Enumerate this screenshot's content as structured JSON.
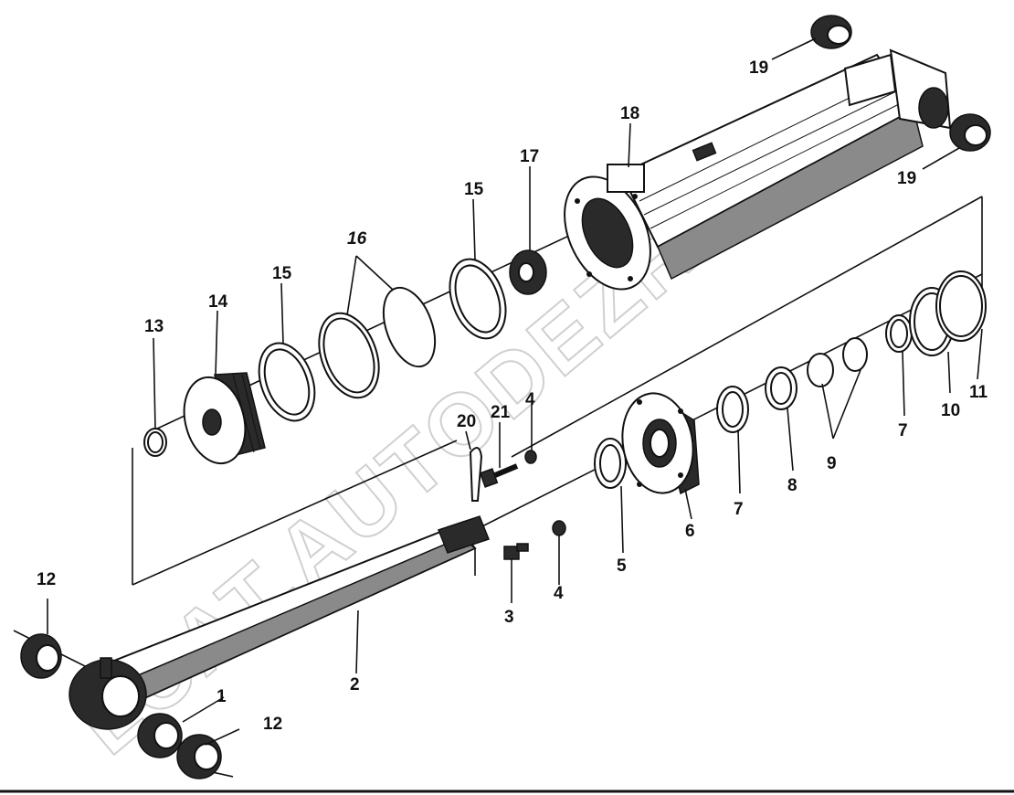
{
  "watermark": "LCAT.AUTODEZR.RU",
  "callouts": [
    {
      "key": "c1",
      "text": "1"
    },
    {
      "key": "c2",
      "text": "2"
    },
    {
      "key": "c3",
      "text": "3"
    },
    {
      "key": "c4a",
      "text": "4"
    },
    {
      "key": "c4b",
      "text": "4"
    },
    {
      "key": "c5",
      "text": "5"
    },
    {
      "key": "c6",
      "text": "6"
    },
    {
      "key": "c7a",
      "text": "7"
    },
    {
      "key": "c7b",
      "text": "7"
    },
    {
      "key": "c8",
      "text": "8"
    },
    {
      "key": "c9",
      "text": "9"
    },
    {
      "key": "c10",
      "text": "10"
    },
    {
      "key": "c11",
      "text": "11"
    },
    {
      "key": "c12a",
      "text": "12"
    },
    {
      "key": "c12b",
      "text": "12"
    },
    {
      "key": "c13",
      "text": "13"
    },
    {
      "key": "c14",
      "text": "14"
    },
    {
      "key": "c15a",
      "text": "15"
    },
    {
      "key": "c15b",
      "text": "15"
    },
    {
      "key": "c16",
      "text": "16"
    },
    {
      "key": "c17",
      "text": "17"
    },
    {
      "key": "c18",
      "text": "18"
    },
    {
      "key": "c19a",
      "text": "19"
    },
    {
      "key": "c19b",
      "text": "19"
    },
    {
      "key": "c20",
      "text": "20"
    },
    {
      "key": "c21",
      "text": "21"
    }
  ]
}
